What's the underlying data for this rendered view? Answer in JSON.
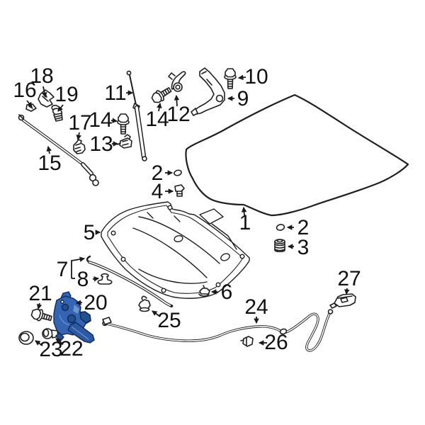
{
  "diagram": {
    "background_color": "#ffffff",
    "line_color": "#1f1f1f",
    "text_color": "#111111",
    "highlighted_part_color": "#3565b2",
    "highlighted_part_number": "20",
    "callouts": [
      {
        "id": "18",
        "label": "18"
      },
      {
        "id": "16",
        "label": "16"
      },
      {
        "id": "19",
        "label": "19"
      },
      {
        "id": "11",
        "label": "11"
      },
      {
        "id": "17",
        "label": "17"
      },
      {
        "id": "14-left",
        "label": "14"
      },
      {
        "id": "13",
        "label": "13"
      },
      {
        "id": "14-right",
        "label": "14"
      },
      {
        "id": "12",
        "label": "12"
      },
      {
        "id": "10",
        "label": "10"
      },
      {
        "id": "9",
        "label": "9"
      },
      {
        "id": "15",
        "label": "15"
      },
      {
        "id": "2-left",
        "label": "2"
      },
      {
        "id": "4",
        "label": "4"
      },
      {
        "id": "1",
        "label": "1"
      },
      {
        "id": "2-right",
        "label": "2"
      },
      {
        "id": "3",
        "label": "3"
      },
      {
        "id": "5",
        "label": "5"
      },
      {
        "id": "7",
        "label": "7"
      },
      {
        "id": "8",
        "label": "8"
      },
      {
        "id": "6",
        "label": "6"
      },
      {
        "id": "21",
        "label": "21"
      },
      {
        "id": "20",
        "label": "20"
      },
      {
        "id": "25",
        "label": "25"
      },
      {
        "id": "24",
        "label": "24"
      },
      {
        "id": "27",
        "label": "27"
      },
      {
        "id": "23",
        "label": "23"
      },
      {
        "id": "22",
        "label": "22"
      },
      {
        "id": "26",
        "label": "26"
      }
    ]
  }
}
